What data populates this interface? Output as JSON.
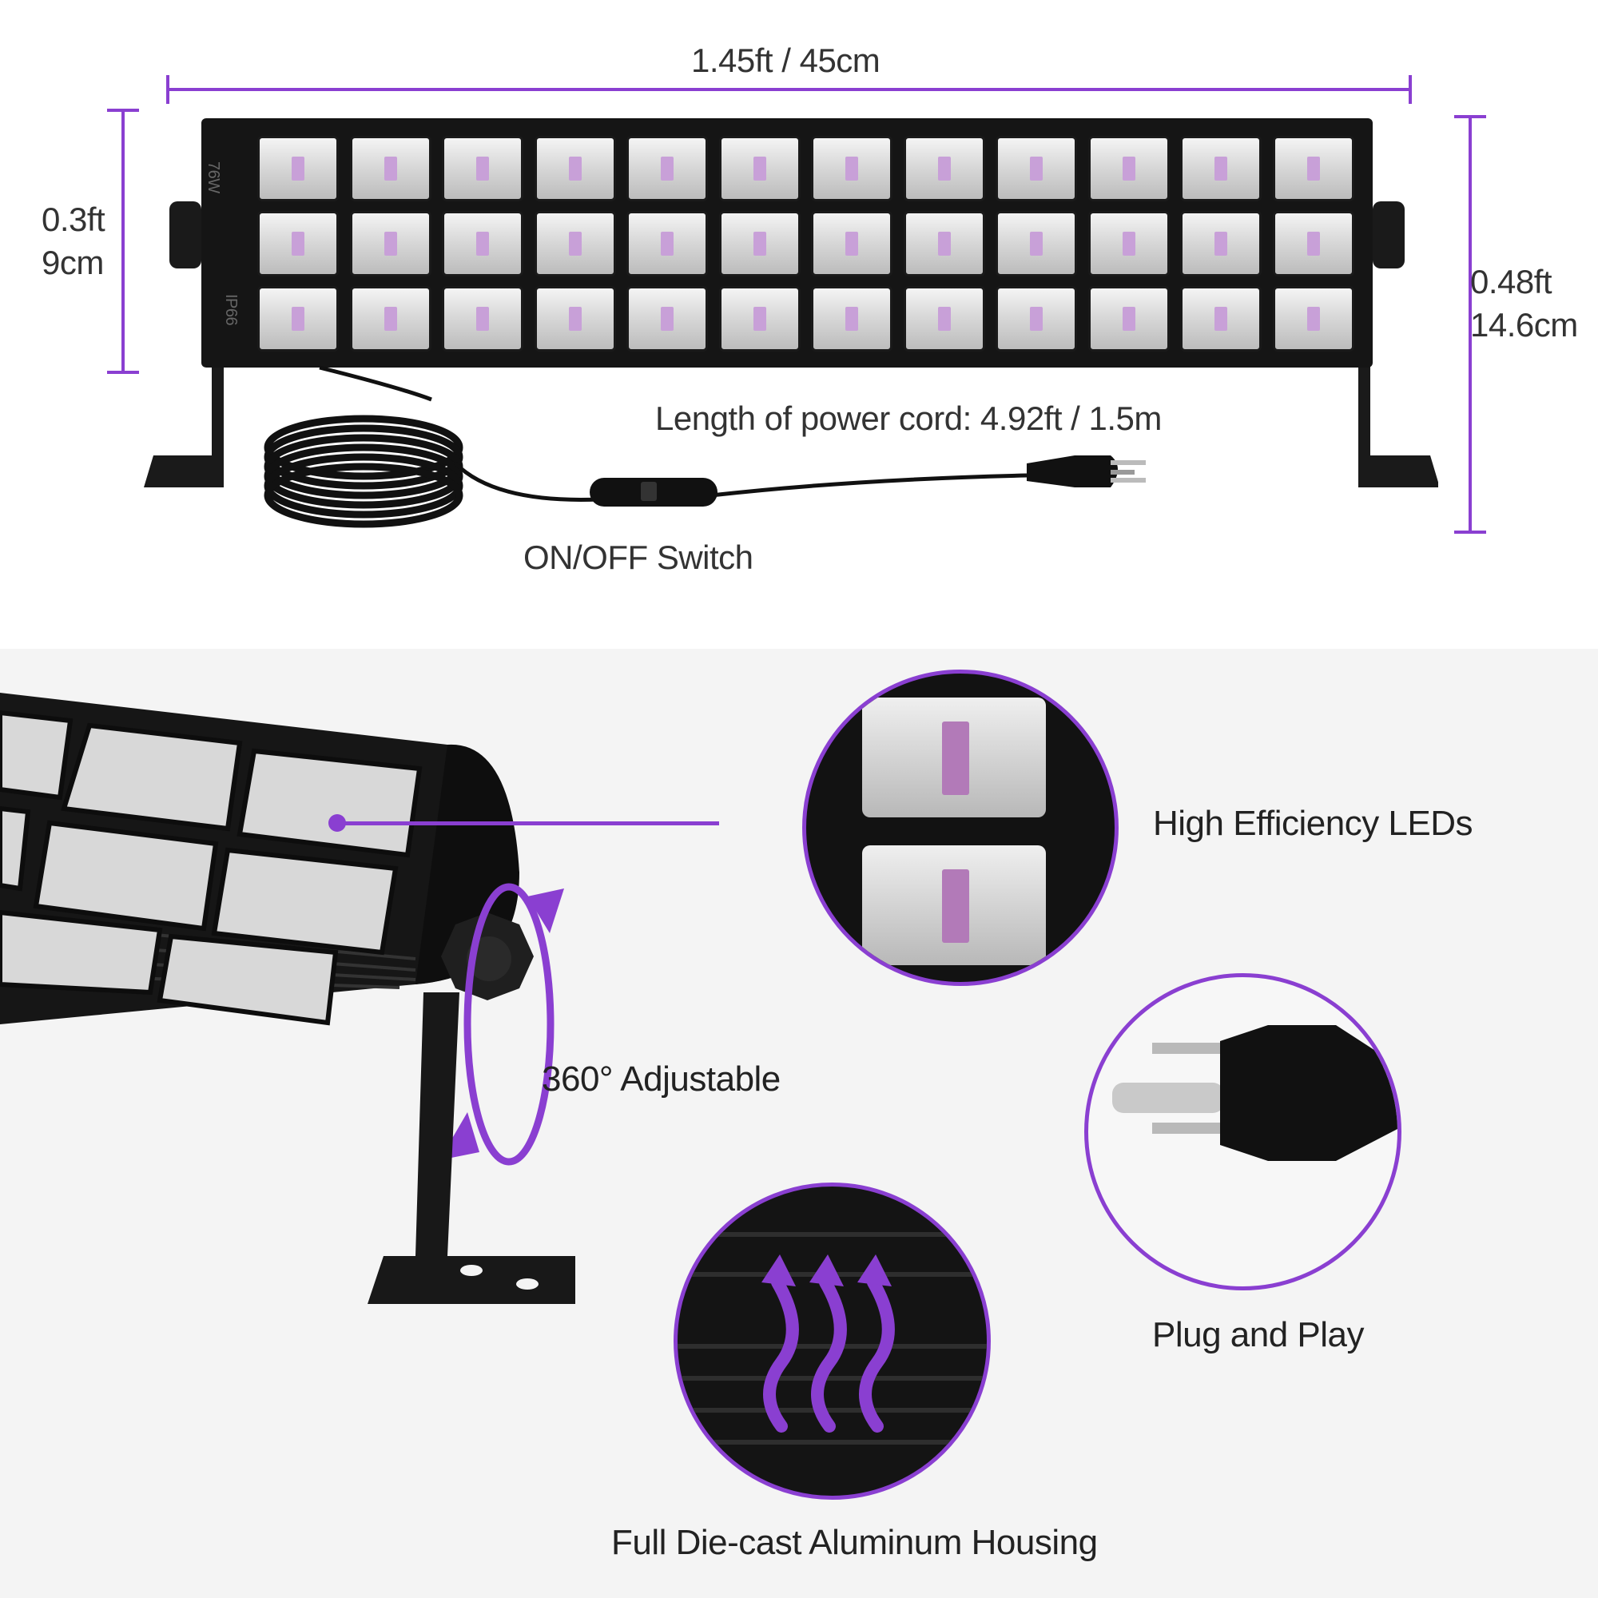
{
  "dimensions": {
    "width": "1.45ft / 45cm",
    "depth_ft": "0.3ft",
    "depth_cm": "9cm",
    "height_ft": "0.48ft",
    "height_cm": "14.6cm",
    "power_cord": "Length of power cord:  4.92ft / 1.5m",
    "switch": "ON/OFF Switch"
  },
  "fixture_marks": {
    "wattage": "76W",
    "rating": "IP66"
  },
  "features": {
    "leds": "High Efficiency LEDs",
    "adjustable": "360° Adjustable",
    "plug": "Plug and Play",
    "housing": "Full Die-cast Aluminum Housing"
  },
  "colors": {
    "accent": "#8a3fd1",
    "fixture": "#1a1a1a",
    "bottom_background": "#f4f4f4"
  }
}
